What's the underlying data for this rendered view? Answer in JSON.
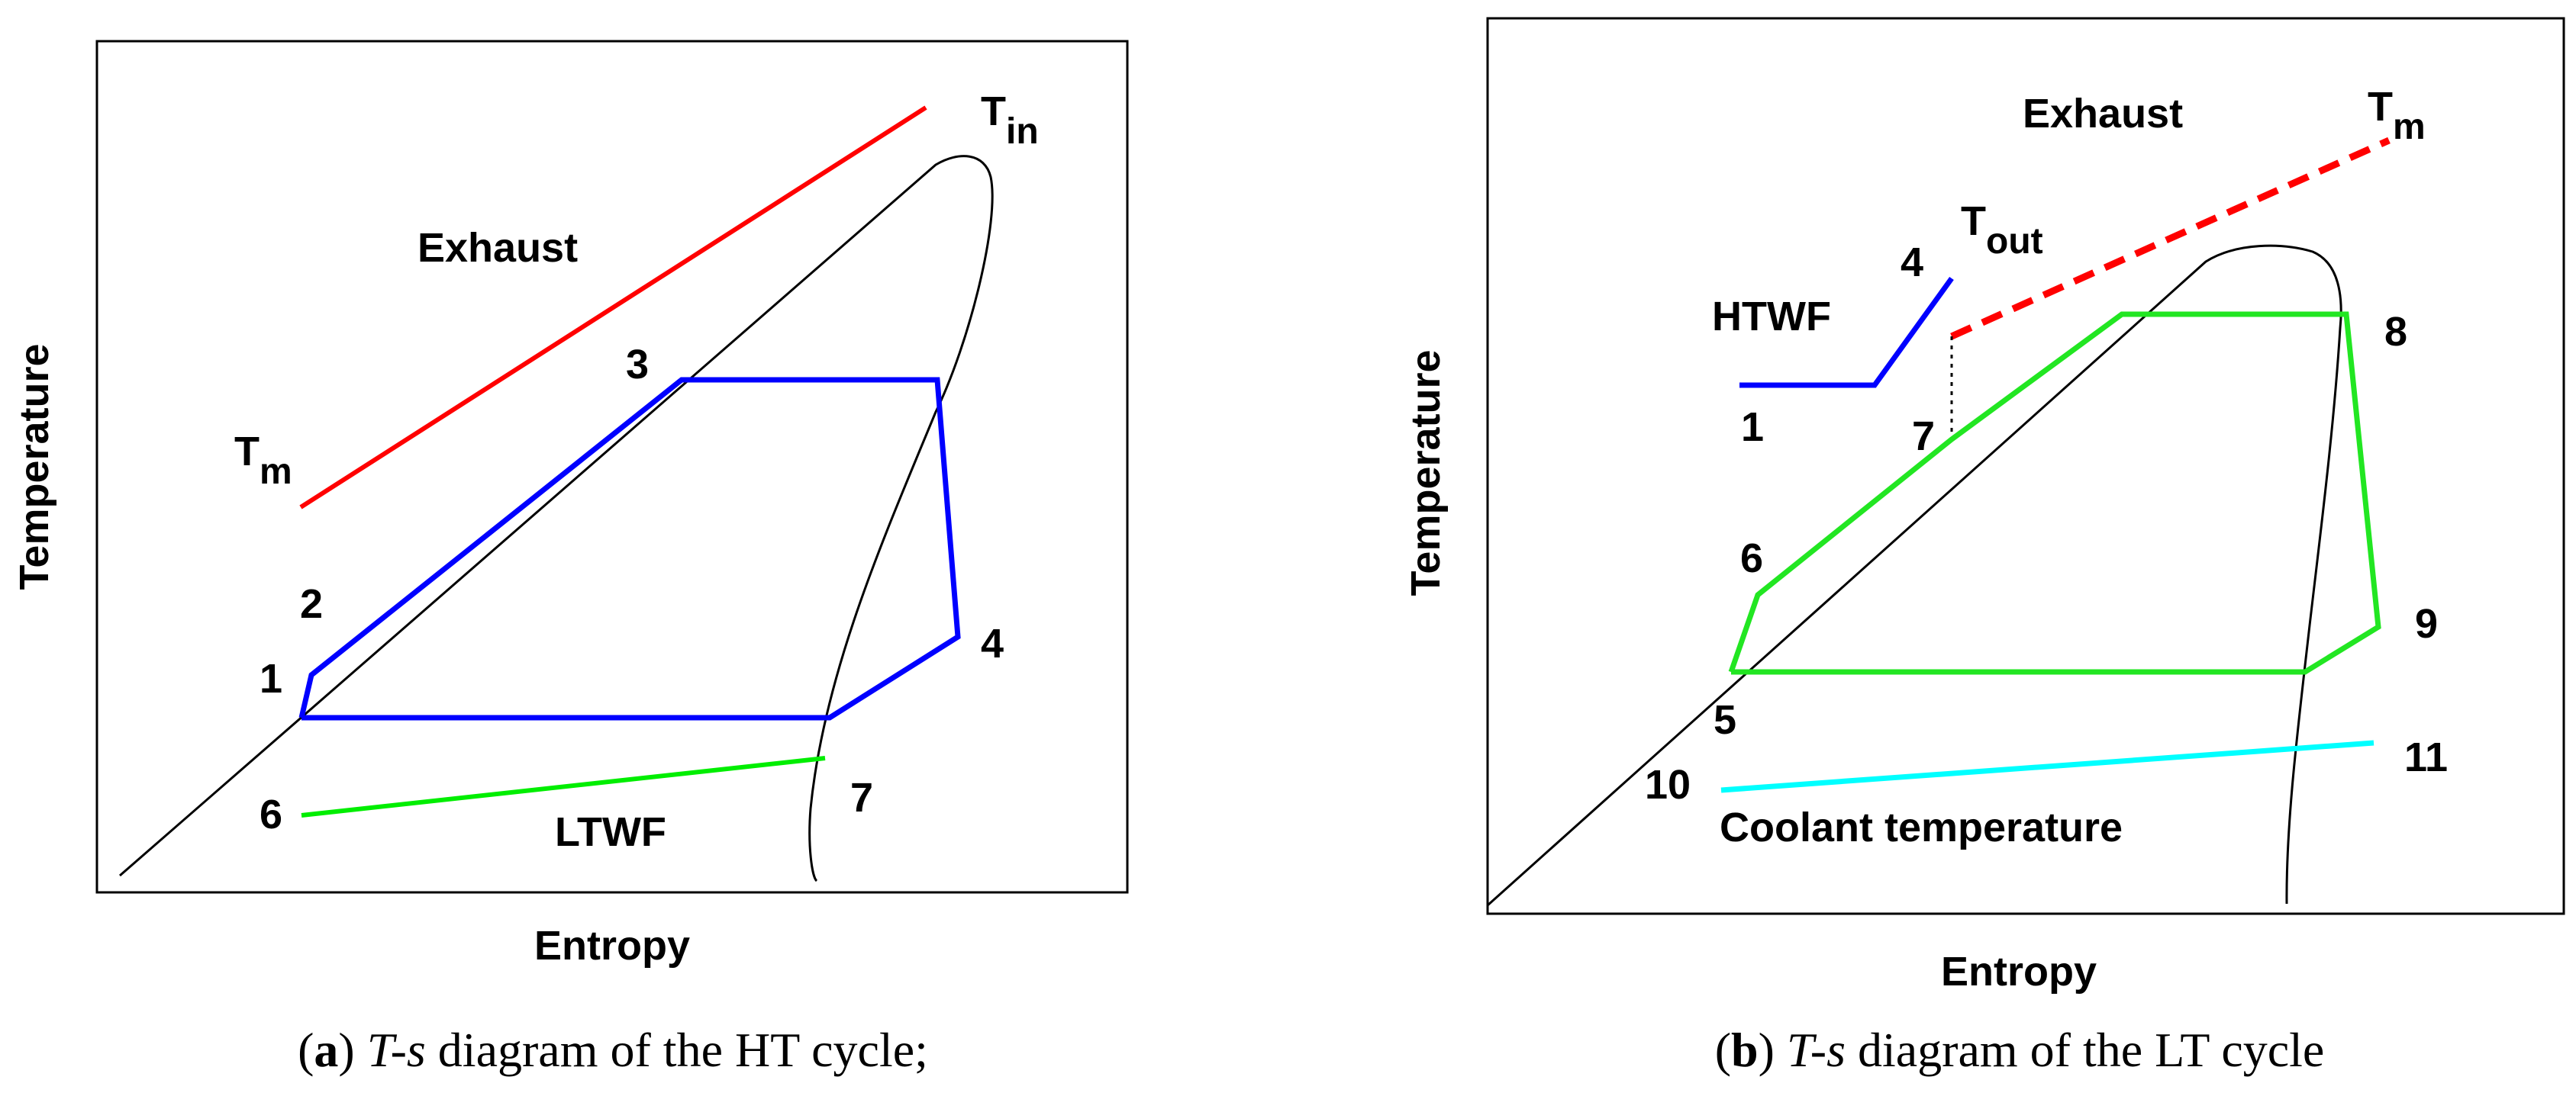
{
  "colors": {
    "exhaust": "#ff0000",
    "ht_cycle": "#0000ff",
    "lt_cycle": "#00ff00",
    "coolant": "#00ffff",
    "dome": "#000000"
  },
  "panel_a": {
    "caption_letter": "a",
    "caption_ts": "T-s",
    "caption_rest": " diagram of the HT cycle;",
    "ylabel": "Temperature",
    "xlabel": "Entropy",
    "exhaust_label": "Exhaust",
    "tin_base": "T",
    "tin_sub": "in",
    "tm_base": "T",
    "tm_sub": "m",
    "ltwf_label": "LTWF",
    "points": [
      "1",
      "2",
      "3",
      "4",
      "6",
      "7"
    ]
  },
  "panel_b": {
    "caption_letter": "b",
    "caption_ts": "T-s",
    "caption_rest": " diagram of the LT cycle",
    "ylabel": "Temperature",
    "xlabel": "Entropy",
    "exhaust_label": "Exhaust",
    "tm_base": "T",
    "tm_sub": "m",
    "tout_base": "T",
    "tout_sub": "out",
    "htwf_label": "HTWF",
    "coolant_label": "Coolant temperature",
    "points": [
      "1",
      "4",
      "5",
      "6",
      "7",
      "8",
      "9",
      "10",
      "11"
    ]
  }
}
